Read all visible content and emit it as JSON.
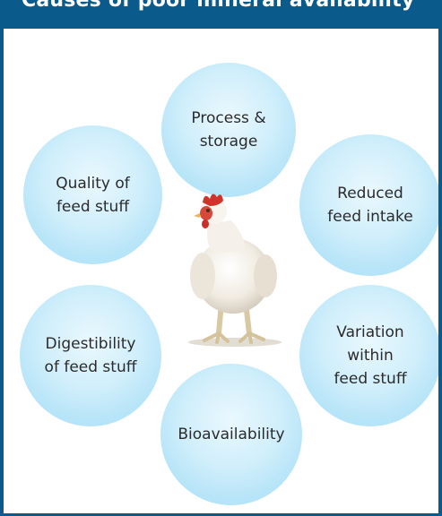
{
  "header": {
    "text": "Causes of poor mineral availability"
  },
  "colors": {
    "frame": "#0a5a8c",
    "node_fill": "#b8e5f8",
    "label_text": "#2b2b2b"
  },
  "nodes": [
    {
      "label": "Process &\nstorage"
    },
    {
      "label": "Reduced\nfeed intake"
    },
    {
      "label": "Variation\nwithin\nfeed stuff"
    },
    {
      "label": "Bioavailability"
    },
    {
      "label": "Digestibility\nof feed stuff"
    },
    {
      "label": "Quality of\nfeed stuff"
    }
  ],
  "center_image": {
    "icon": "chicken-icon"
  }
}
